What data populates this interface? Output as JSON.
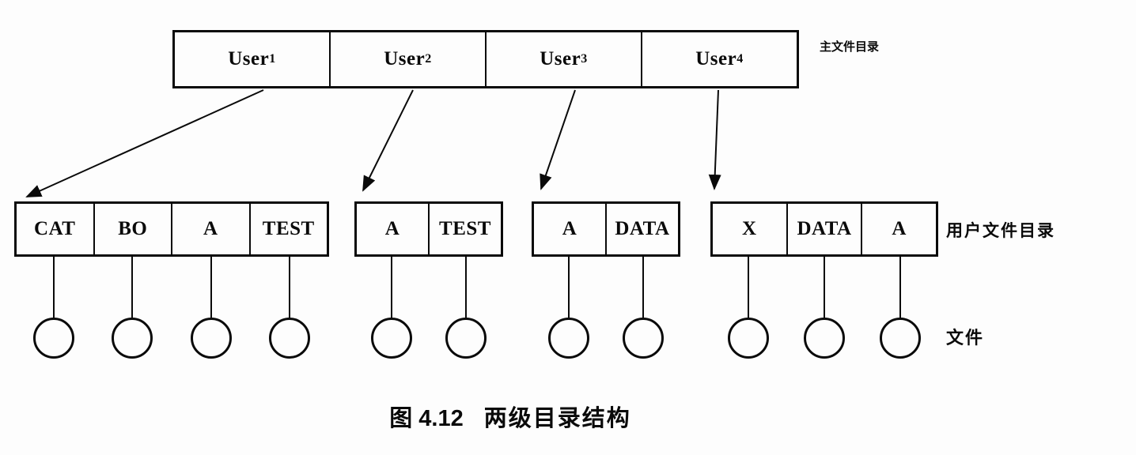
{
  "mfd": {
    "label": "主文件目录",
    "cells": [
      {
        "base": "User",
        "sub": "1"
      },
      {
        "base": "User",
        "sub": "2"
      },
      {
        "base": "User",
        "sub": "3"
      },
      {
        "base": "User",
        "sub": "4"
      }
    ]
  },
  "ufd": {
    "label": "用户文件目录",
    "groups": [
      {
        "cells": [
          "CAT",
          "BO",
          "A",
          "TEST"
        ]
      },
      {
        "cells": [
          "A",
          "TEST"
        ]
      },
      {
        "cells": [
          "A",
          "DATA"
        ]
      },
      {
        "cells": [
          "X",
          "DATA",
          "A"
        ]
      }
    ]
  },
  "files": {
    "label": "文件"
  },
  "caption": {
    "number": "图 4.12",
    "title": "两级目录结构"
  }
}
